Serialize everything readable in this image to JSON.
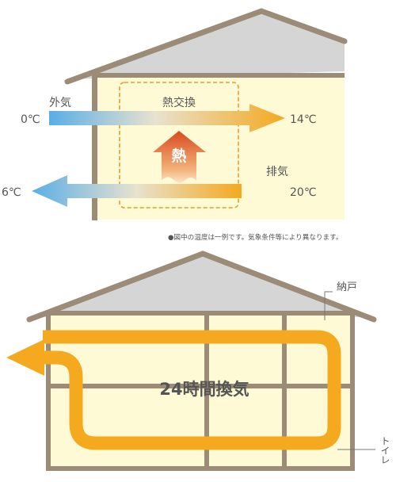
{
  "top_diagram": {
    "outside_air_label": "外気",
    "heat_exchange_label": "熱交換",
    "exhaust_label": "排気",
    "heat_label": "熱",
    "temp_outside_in": "0℃",
    "temp_supply_out": "14℃",
    "temp_exhaust_in": "20℃",
    "temp_exhaust_out": "6℃"
  },
  "note": "●図中の温度は一例です。気象条件等により異なります。",
  "bottom_diagram": {
    "ventilation_label": "24時間換気",
    "storage_label": "納戸",
    "toilet_label": "トイレ"
  },
  "colors": {
    "wall": "#9b8b77",
    "roof": "#d5d5d5",
    "interior": "#fffad6",
    "orange": "#f4a91f",
    "blue": "#5aaee6",
    "heat_red": "#d94a1e",
    "dash": "#ee9a2a"
  }
}
